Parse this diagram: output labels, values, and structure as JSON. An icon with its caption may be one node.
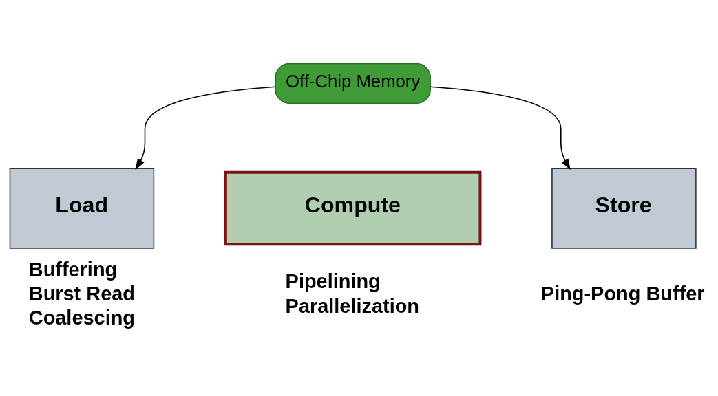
{
  "diagram": {
    "nodes": [
      {
        "text": [
          "Off-Chip Memory"
        ]
      },
      {
        "text": [
          "Load"
        ],
        "beside": [
          "Buffering",
          "Burst Read",
          "Coalescing"
        ]
      },
      {
        "text": [
          "Compute"
        ],
        "beside": [
          "Pipelining",
          "Parallelization"
        ]
      },
      {
        "text": [
          "Store"
        ],
        "beside": [
          "Ping-Pong Buffer"
        ]
      }
    ],
    "edges": [
      {
        "from": 0,
        "to": 1,
        "arrow": "to"
      },
      {
        "from": 0,
        "to": 3,
        "arrow": "to"
      }
    ]
  }
}
